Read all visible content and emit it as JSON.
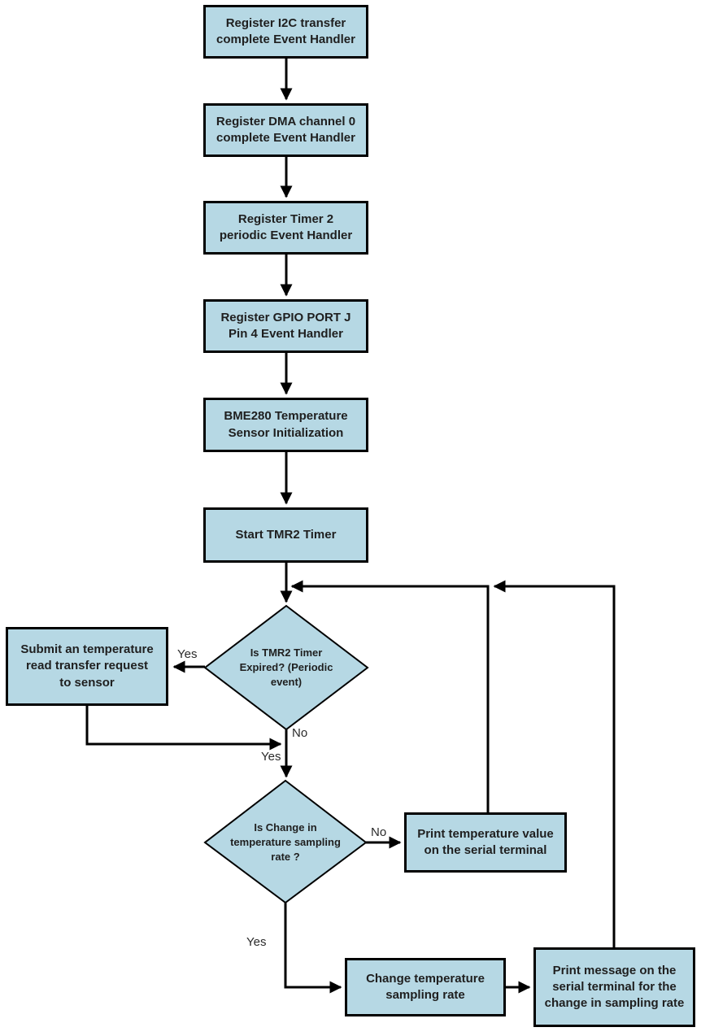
{
  "flowchart": {
    "colors": {
      "node_fill": "#b6d8e4",
      "node_border": "#000000",
      "connector": "#000000",
      "text": "#1f1f1f"
    },
    "nodes": {
      "register_i2c": {
        "type": "process",
        "label": "Register I2C transfer\ncomplete Event Handler"
      },
      "register_dma": {
        "type": "process",
        "label": "Register DMA channel 0\ncomplete Event Handler"
      },
      "register_timer2": {
        "type": "process",
        "label": "Register Timer 2\nperiodic Event Handler"
      },
      "register_gpio": {
        "type": "process",
        "label": "Register GPIO PORT J\nPin 4 Event Handler"
      },
      "bme280_init": {
        "type": "process",
        "label": "BME280 Temperature\nSensor Initialization"
      },
      "start_tmr2": {
        "type": "process",
        "label": "Start TMR2 Timer"
      },
      "tmr2_expired": {
        "type": "decision",
        "label": "Is TMR2 Timer\nExpired? (Periodic\nevent)"
      },
      "submit_read": {
        "type": "process",
        "label": "Submit an temperature\nread transfer request\nto sensor"
      },
      "sampling_change": {
        "type": "decision",
        "label": "Is Change in\ntemperature sampling\nrate ?"
      },
      "print_temp": {
        "type": "process",
        "label": "Print temperature value\non the serial terminal"
      },
      "change_rate": {
        "type": "process",
        "label": "Change temperature\nsampling rate"
      },
      "print_message": {
        "type": "process",
        "label": "Print message on the\nserial terminal for the\nchange in sampling rate"
      }
    },
    "edge_labels": {
      "tmr2_yes": "Yes",
      "tmr2_no": "No",
      "merge_yes": "Yes",
      "sampling_no": "No",
      "sampling_yes": "Yes"
    }
  }
}
